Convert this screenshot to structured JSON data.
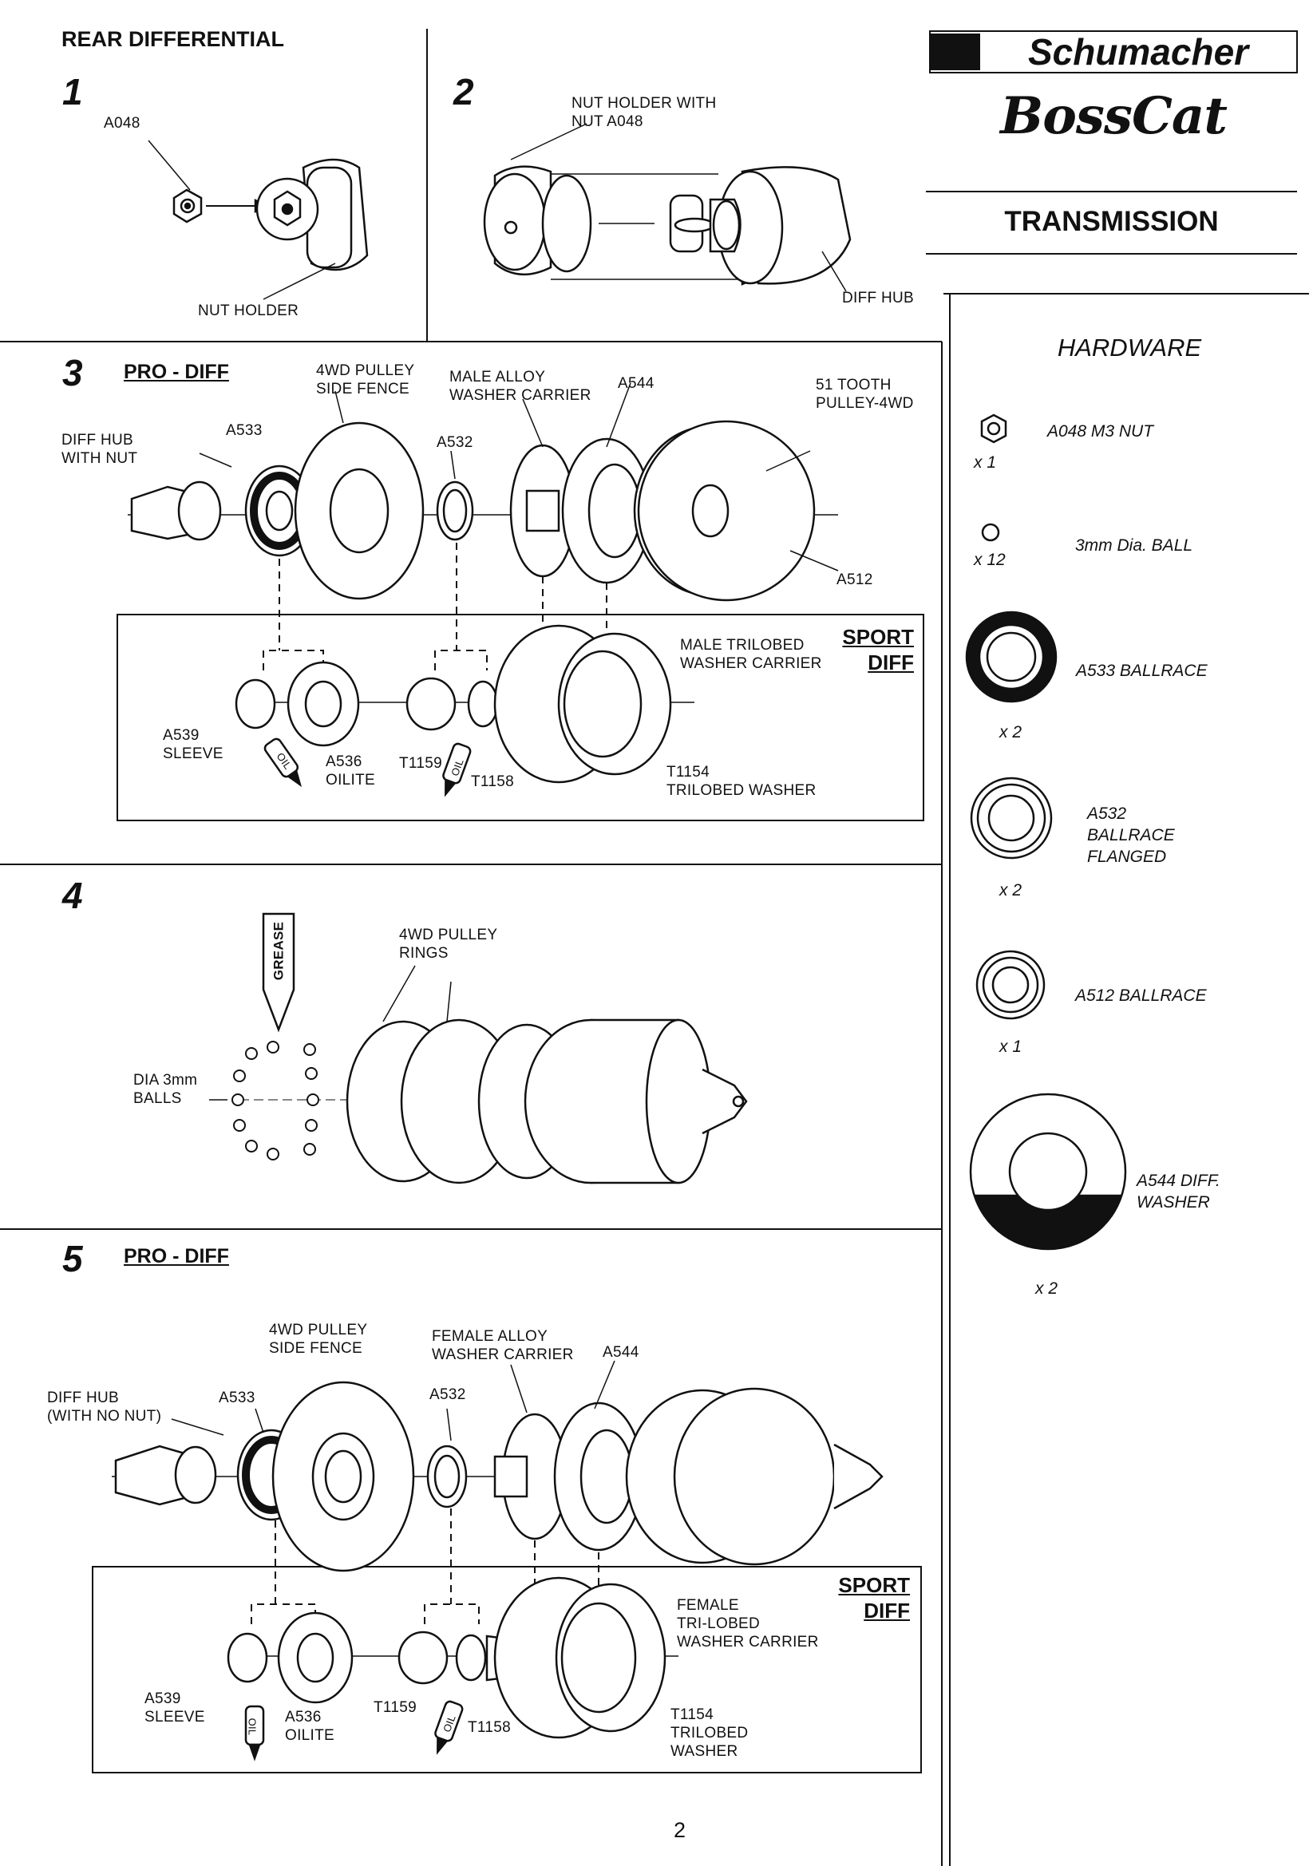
{
  "page_title": "REAR DIFFERENTIAL",
  "brand": {
    "name": "Schumacher",
    "model": "BossCat"
  },
  "section_title": "TRANSMISSION",
  "page_number": "2",
  "steps": {
    "s1": {
      "num": "1",
      "labels": {
        "a048": "A048",
        "nut_holder": "NUT HOLDER"
      }
    },
    "s2": {
      "num": "2",
      "labels": {
        "nut_holder_with": "NUT HOLDER WITH\nNUT A048",
        "diff_hub": "DIFF HUB"
      }
    },
    "s3": {
      "num": "3",
      "heading": "PRO - DIFF",
      "sport": "SPORT\nDIFF",
      "labels": {
        "diff_hub_nut": "DIFF HUB\nWITH NUT",
        "a533": "A533",
        "fence": "4WD PULLEY\nSIDE FENCE",
        "a532": "A532",
        "male_carrier": "MALE ALLOY\nWASHER CARRIER",
        "a544": "A544",
        "pulley51": "51 TOOTH\nPULLEY-4WD",
        "a512": "A512",
        "male_trilobed": "MALE TRILOBED\nWASHER CARRIER",
        "a539": "A539\nSLEEVE",
        "a536": "A536\nOILITE",
        "t1159": "T1159",
        "t1158": "T1158",
        "t1154": "T1154\nTRILOBED WASHER",
        "oil": "OIL"
      }
    },
    "s4": {
      "num": "4",
      "labels": {
        "grease": "GREASE",
        "rings": "4WD PULLEY\nRINGS",
        "balls": "DIA 3mm\nBALLS"
      }
    },
    "s5": {
      "num": "5",
      "heading": "PRO - DIFF",
      "sport": "SPORT\nDIFF",
      "labels": {
        "diff_hub_nonut": "DIFF HUB\n(WITH NO NUT)",
        "a533": "A533",
        "fence": "4WD PULLEY\nSIDE FENCE",
        "a532": "A532",
        "female_carrier": "FEMALE ALLOY\nWASHER CARRIER",
        "a544": "A544",
        "female_trilobed": "FEMALE\nTRI-LOBED\nWASHER CARRIER",
        "a539": "A539\nSLEEVE",
        "a536": "A536\nOILITE",
        "t1159": "T1159",
        "t1158": "T1158",
        "t1154": "T1154\nTRILOBED\nWASHER",
        "oil": "OIL"
      }
    }
  },
  "hardware": {
    "title": "HARDWARE",
    "items": [
      {
        "name": "A048 M3 NUT",
        "qty": "x 1",
        "icon": "hex-nut-icon"
      },
      {
        "name": "3mm Dia. BALL",
        "qty": "x 12",
        "icon": "ball-icon"
      },
      {
        "name": "A533 BALLRACE",
        "qty": "x 2",
        "icon": "ballrace-icon"
      },
      {
        "name": "A532\nBALLRACE\nFLANGED",
        "qty": "x 2",
        "icon": "flanged-ballrace-icon"
      },
      {
        "name": "A512 BALLRACE",
        "qty": "x 1",
        "icon": "small-ballrace-icon"
      },
      {
        "name": "A544 DIFF.\nWASHER",
        "qty": "x 2",
        "icon": "diff-washer-icon"
      }
    ]
  }
}
